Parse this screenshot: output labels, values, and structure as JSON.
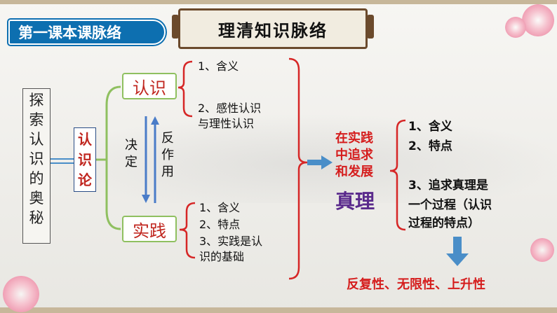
{
  "header": {
    "lesson_tag": "第一课本课脉络",
    "banner_title": "理清知识脉络"
  },
  "left_box": {
    "chars": [
      "探",
      "索",
      "认",
      "识",
      "的",
      "奥",
      "秘"
    ]
  },
  "theory_box": {
    "chars": [
      "认",
      "识",
      "论"
    ]
  },
  "nodes": {
    "renshi": "认识",
    "shijian": "实践",
    "jueding_chars": [
      "决",
      "定"
    ],
    "fanzuoyong_chars": [
      "反",
      "作",
      "用"
    ]
  },
  "renshi_items": {
    "item1": "1、含义",
    "item2_line1": "2、感性认识",
    "item2_line2": "与理性认识"
  },
  "shijian_items": {
    "item1": "1、含义",
    "item2": "2、特点",
    "item3_line1": "3、实践是认",
    "item3_line2": "识的基础"
  },
  "middle": {
    "line1": "在实践",
    "line2": "中追求",
    "line3": "和发展",
    "truth": "真理"
  },
  "truth_items": {
    "item1": "1、含义",
    "item2": "2、特点",
    "item3_line1": "3、追求真理是",
    "item3_line2": "一个过程（认识",
    "item3_line3": "过程的特点）"
  },
  "conclusion": "反复性、无限性、上升性",
  "colors": {
    "bracket_red": "#d62626",
    "connector_blue": "#4a8ec8",
    "tag_blue": "#0d6fb0",
    "accent_red": "#c0261f"
  }
}
